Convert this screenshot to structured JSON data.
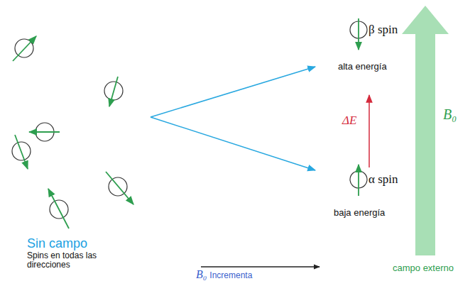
{
  "diagram": {
    "nodes": [
      {
        "text": [
          "β spin",
          "alta energía"
        ]
      },
      {
        "text": [
          "α spin",
          "baja energía"
        ]
      }
    ],
    "labels": [
      "Sin campo",
      "Spins en todas las direcciones",
      "B₀",
      "Incrementa",
      "ΔE",
      "B₀",
      "campo externo"
    ]
  }
}
